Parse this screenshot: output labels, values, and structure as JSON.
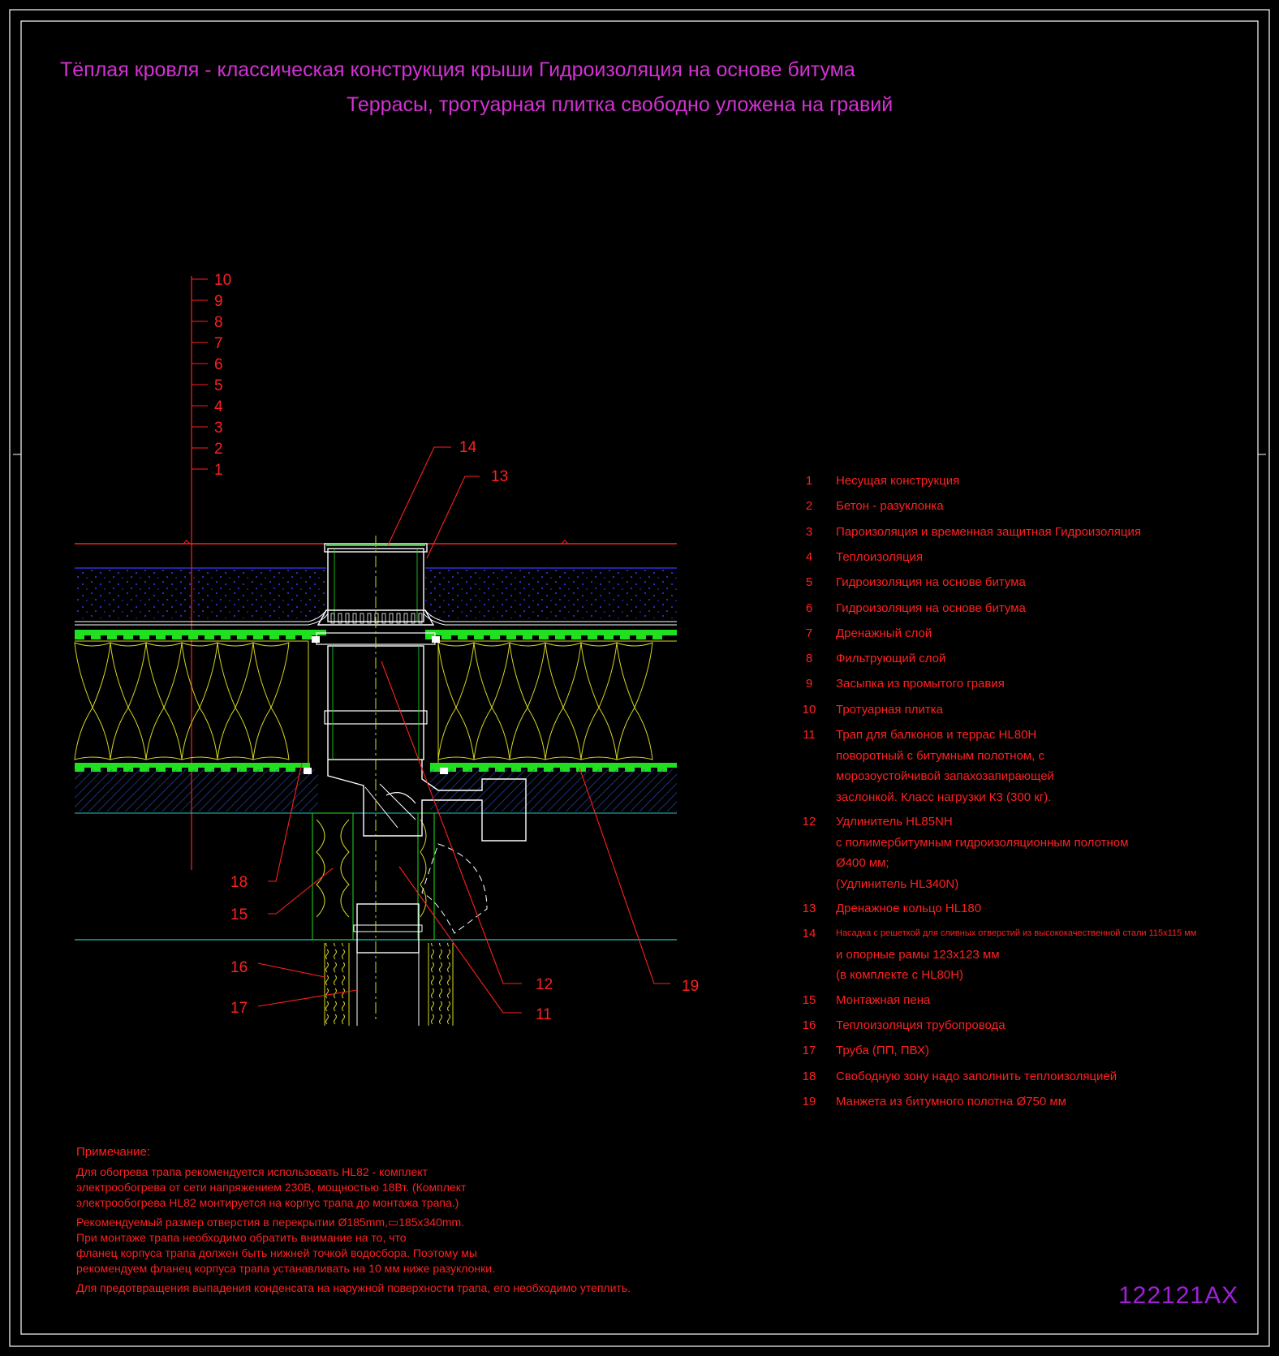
{
  "title": {
    "line1": "Тёплая кровля - классическая конструкция крыши Гидроизоляция на основе битума",
    "line2": "Террасы, тротуарная плитка свободно уложена на гравий"
  },
  "layer_scale_labels": [
    "10",
    "9",
    "8",
    "7",
    "6",
    "5",
    "4",
    "3",
    "2",
    "1"
  ],
  "callouts": {
    "c14": "14",
    "c13": "13",
    "c18": "18",
    "c15": "15",
    "c16": "16",
    "c17": "17",
    "c12": "12",
    "c11": "11",
    "c19": "19"
  },
  "legend": [
    {
      "num": "1",
      "lines": [
        "Несущая конструкция"
      ]
    },
    {
      "num": "2",
      "lines": [
        "Бетон - разуклонка"
      ]
    },
    {
      "num": "3",
      "lines": [
        "Пароизоляция и временная защитная Гидроизоляция"
      ]
    },
    {
      "num": "4",
      "lines": [
        "Теплоизоляция"
      ]
    },
    {
      "num": "5",
      "lines": [
        "Гидроизоляция на основе битума"
      ]
    },
    {
      "num": "6",
      "lines": [
        "Гидроизоляция на основе битума"
      ]
    },
    {
      "num": "7",
      "lines": [
        "Дренажный слой"
      ]
    },
    {
      "num": "8",
      "lines": [
        "Фильтрующий слой"
      ]
    },
    {
      "num": "9",
      "lines": [
        "Засыпка из промытого гравия"
      ]
    },
    {
      "num": "10",
      "lines": [
        "Тротуарная плитка"
      ]
    },
    {
      "num": "11",
      "lines": [
        "Трап для балконов и террас HL80H",
        "поворотный  с битумным полотном, с",
        "морозоустойчивой запахозапирающей",
        "заслонкой. Класс нагрузки К3 (300 кг)."
      ]
    },
    {
      "num": "12",
      "lines": [
        "Удлинитель HL85NH",
        " с полимербитумным гидроизоляционным полотном",
        "Ø400 мм;",
        "(Удлинитель HL340N)"
      ]
    },
    {
      "num": "13",
      "lines": [
        "Дренажное кольцо HL180"
      ]
    },
    {
      "num": "14",
      "small_line": "Насадка с решеткой для сливных отверстий из высококачественной стали 115x115 мм",
      "lines": [
        "и опорные рамы 123x123 мм",
        "(в комплекте с HL80H)"
      ]
    },
    {
      "num": "15",
      "lines": [
        "Монтажная пена"
      ]
    },
    {
      "num": "16",
      "lines": [
        "Теплоизоляция трубопровода"
      ]
    },
    {
      "num": "17",
      "lines": [
        "Труба (ПП, ПВХ)"
      ]
    },
    {
      "num": "18",
      "lines": [
        "Свободную зону надо заполнить теплоизоляцией"
      ]
    },
    {
      "num": "19",
      "lines": [
        "Манжета из битумного полотна Ø750 мм"
      ]
    }
  ],
  "notes": {
    "heading": "Примечание:",
    "p1": [
      "Для обогрева трапа рекомендуется использовать HL82 - комплект",
      "электрообогрева от сети напряжением 230В, мощностью 18Вт. (Комплект",
      "электрообогрева HL82 монтируется на корпус трапа до монтажа трапа.)"
    ],
    "p2": [
      "Рекомендуемый размер отверстия в перекрытии Ø185mm,▭185x340mm.",
      "При монтаже трапа необходимо обратить внимание на то, что",
      "фланец корпуса трапа должен быть нижней точкой водосбора. Поэтому мы",
      "рекомендуем фланец корпуса трапа устанавливать на 10 мм ниже разуклонки."
    ],
    "p3": [
      "Для предотвращения выпадения конденсата на наружной поверхности трапа, его необходимо утеплить."
    ]
  },
  "drawing_code": "122121AX",
  "colors": {
    "title": "#d232d2",
    "labels": "#ff2020",
    "code": "#a020d8",
    "insulation": "#d8d820",
    "drainage": "#20e020",
    "gravel": "#2020e0",
    "concrete": "#3050c0",
    "pipe": "#ffffff",
    "level": "#20c8c8"
  }
}
